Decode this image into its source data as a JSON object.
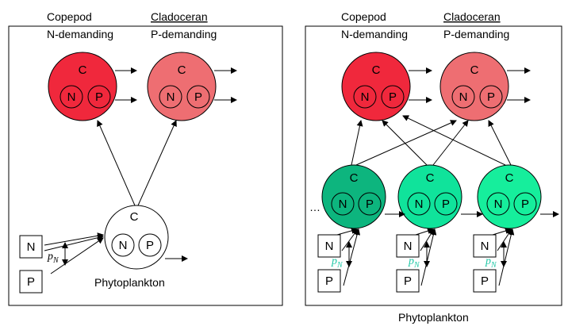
{
  "left_panel": {
    "copepod_title": "Copepod",
    "copepod_subtitle": "N-demanding",
    "cladoceran_title": "Cladoceran",
    "cladoceran_subtitle": "P-demanding",
    "phytoplankton_label": "Phytoplankton",
    "nutrient_n": "N",
    "nutrient_p": "P",
    "pn_symbol": "p",
    "pn_subscript": "N"
  },
  "right_panel": {
    "copepod_title": "Copepod",
    "copepod_subtitle": "N-demanding",
    "cladoceran_title": "Cladoceran",
    "cladoceran_subtitle": "P-demanding",
    "phytoplankton_label": "Phytoplankton",
    "ellipsis": "…",
    "nutrient_n": "N",
    "nutrient_p": "P",
    "pn_symbol": "p",
    "pn_subscript": "N"
  },
  "node_text": {
    "c": "C",
    "n": "N",
    "p": "P"
  },
  "colors": {
    "copepod": "#f0283c",
    "cladoceran": "#ee6e72",
    "phyto_dark": "#0db57e",
    "phyto_mid": "#10e39b",
    "phyto_light": "#16ee9c",
    "pn_highlight": "#1fc7a6"
  }
}
